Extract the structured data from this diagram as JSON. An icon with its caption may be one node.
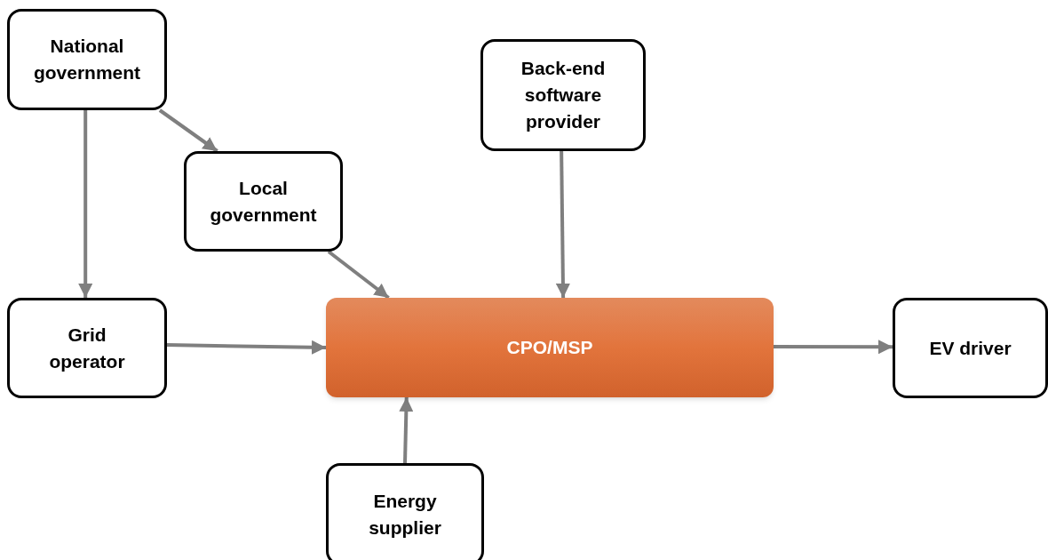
{
  "diagram": {
    "nodes": [
      {
        "text": [
          "National government"
        ]
      },
      {
        "text": [
          "Local government"
        ]
      },
      {
        "text": [
          "Back-end software provider"
        ]
      },
      {
        "text": [
          "Grid operator"
        ]
      },
      {
        "text": [
          "CPO/MSP"
        ]
      },
      {
        "text": [
          "EV driver"
        ]
      },
      {
        "text": [
          "Energy supplier"
        ]
      }
    ],
    "edges": [
      {
        "from": 0,
        "to": 3,
        "arrow": "to"
      },
      {
        "from": 0,
        "to": 1,
        "arrow": "to"
      },
      {
        "from": 1,
        "to": 4,
        "arrow": "to"
      },
      {
        "from": 2,
        "to": 4,
        "arrow": "to"
      },
      {
        "from": 3,
        "to": 4,
        "arrow": "to"
      },
      {
        "from": 6,
        "to": 4,
        "arrow": "to"
      },
      {
        "from": 4,
        "to": 5,
        "arrow": "to"
      }
    ]
  }
}
